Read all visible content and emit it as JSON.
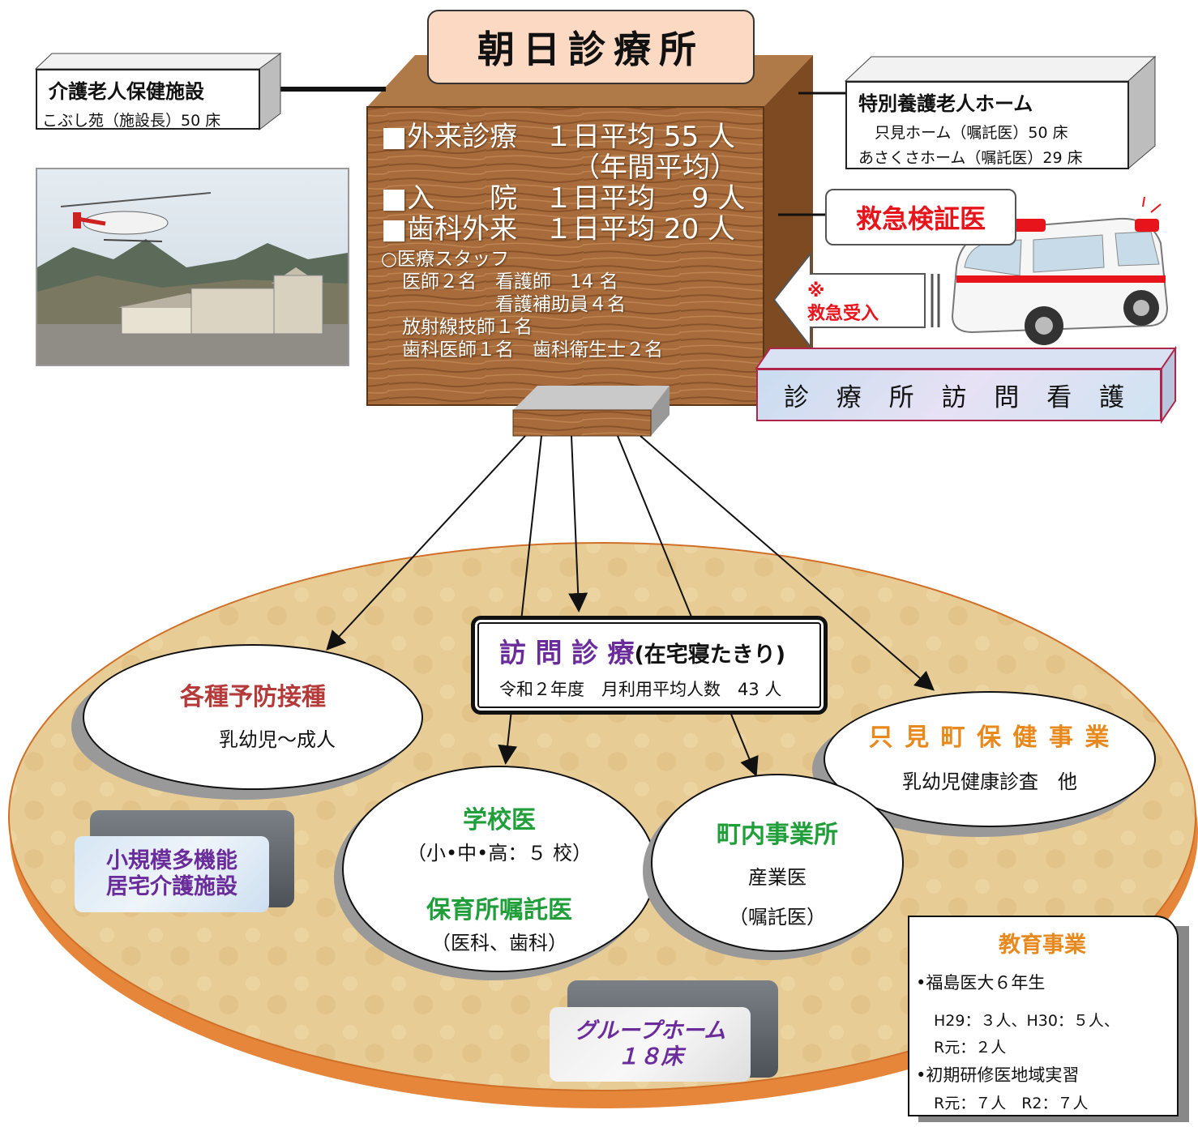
{
  "clinic": {
    "title": "朝日診療所",
    "outpatient": "■外来診療　１日平均 55 人",
    "outpatient_note": "（年間平均）",
    "inpatient": "■入　　院　１日平均　 9 人",
    "dental": "■歯科外来　１日平均 20 人",
    "staff_heading": "○医療スタッフ",
    "staff_lines": [
      "医師２名　看護師　14 名",
      "　　　　　看護補助員４名",
      "放射線技師１名",
      "歯科医師１名　歯科衛生士２名"
    ]
  },
  "care_facility": {
    "title": "介護老人保健施設",
    "detail": "こぶし苑（施設長）50 床"
  },
  "nursing_home": {
    "title": "特別養護老人ホーム",
    "lines": [
      "只見ホーム（嘱託医）50 床",
      "あさくさホーム（嘱託医）29 床"
    ]
  },
  "emergency": {
    "title": "救急検証医",
    "note_mark": "※",
    "note": "救急受入"
  },
  "home_nursing": {
    "label": "診 療 所 訪 問 看 護"
  },
  "home_visit": {
    "title": "訪 問 診 療",
    "title_suffix": "(在宅寝たきり)",
    "detail": "令和２年度　月利用平均人数　43 人"
  },
  "vaccination": {
    "title": "各種予防接種",
    "detail": "乳幼児～成人"
  },
  "town_health": {
    "title": "只 見 町 保 健 事 業",
    "detail": "乳幼児健康診査　他"
  },
  "school": {
    "title1": "学校医",
    "detail1": "（小•中•高：５ 校）",
    "title2": "保育所嘱託医",
    "detail2": "（医科、歯科）"
  },
  "business": {
    "title": "町内事業所",
    "detail1": "産業医",
    "detail2": "（嘱託医）"
  },
  "small_facility": {
    "label_line1": "小規模多機能",
    "label_line2": "居宅介護施設"
  },
  "group_home": {
    "label_line1": "グループホーム",
    "label_line2": "１８床"
  },
  "education": {
    "title": "教育事業",
    "item1": "•福島医大６年生",
    "item1_detail1": "H29：３人、H30：５人、",
    "item1_detail2": "R元：２人",
    "item2": "•初期研修医地域実習",
    "item2_detail": "R元：７人　R2：７人"
  },
  "colors": {
    "wood": "#a0663a",
    "disc": "#e2c38a",
    "disc_edge": "#e07a2a",
    "emergency_red": "#e8141b",
    "purple": "#6a2c9a",
    "green": "#1f9e3a",
    "brick": "#b53a3a",
    "orange": "#e8891e"
  }
}
